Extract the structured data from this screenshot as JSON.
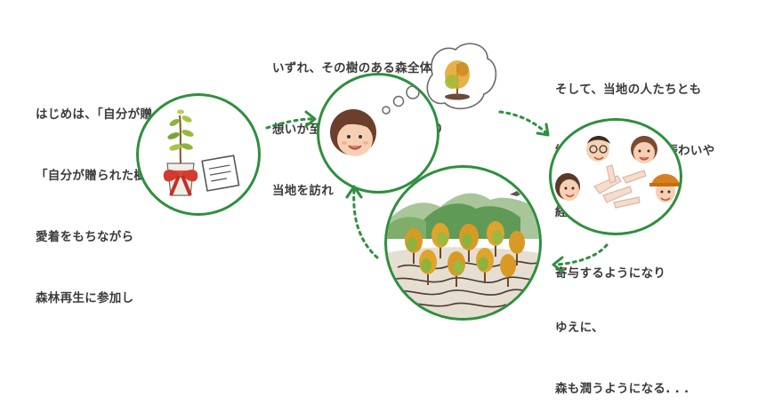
{
  "steps": [
    {
      "lines": [
        "はじめは、「自分が贈った樹」や",
        "「自分が贈られた樹」に",
        "愛着をもちながら",
        "森林再生に参加し"
      ]
    },
    {
      "lines": [
        "いずれ、その樹のある森全体に",
        "想いが至り、森に行きたくなり",
        "当地を訪れ"
      ]
    },
    {
      "lines": [
        "そして、当地の人たちとも",
        "縁が生まれ、当地の賑わいや",
        "経済的活性化にも",
        "寄与するようになり"
      ]
    },
    {
      "lines": [
        "ゆえに、",
        "森も潤うようになる. . ."
      ]
    }
  ],
  "colors": {
    "accent": "#2f8f3e",
    "text": "#3b3b3b",
    "bow": "#d63a2e"
  },
  "icons": [
    "sapling-gift-icon",
    "card-icon",
    "person-thinking-icon",
    "thought-bubble-tree-icon",
    "people-group-icon",
    "forest-icon"
  ]
}
